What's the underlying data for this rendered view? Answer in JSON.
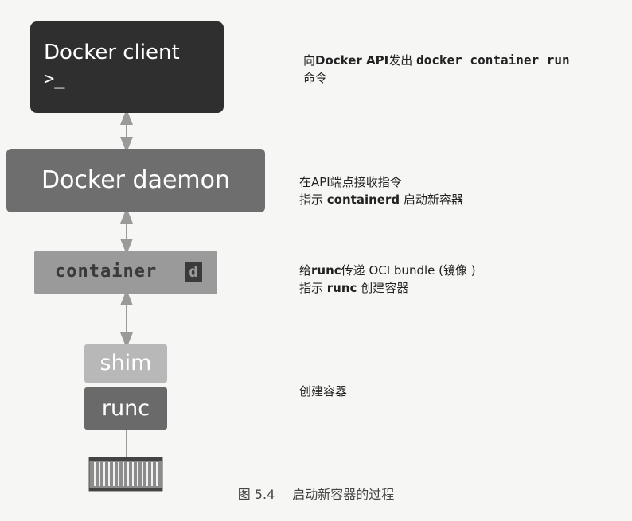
{
  "boxes": {
    "client_title": "Docker client",
    "client_prompt": ">_",
    "daemon": "Docker daemon",
    "containerd_word": "container",
    "containerd_d": "d",
    "shim": "shim",
    "runc": "runc"
  },
  "descriptions": {
    "client": {
      "prefix": "向",
      "api": "Docker API",
      "mid": "发出 ",
      "command": "docker container run",
      "suffix": "命令"
    },
    "daemon": {
      "line1": "在API端点接收指令",
      "line2_prefix": "指示 ",
      "line2_bold": "containerd",
      "line2_suffix": " 启动新容器"
    },
    "containerd": {
      "line1_prefix": "给",
      "line1_bold": "runc",
      "line1_suffix": "传递 OCI bundle (镜像 )",
      "line2_prefix": "指示 ",
      "line2_bold": "runc",
      "line2_suffix": " 创建容器"
    },
    "runc": "创建容器"
  },
  "caption": {
    "figure_number": "图 5.4",
    "title": "启动新容器的过程"
  },
  "colors": {
    "client_bg": "#2f2f2f",
    "daemon_bg": "#6e6e6e",
    "containerd_bg": "#9a9a9a",
    "shim_bg": "#b8b8b8",
    "runc_bg": "#6a6a6a",
    "connector": "#9a9a9a"
  }
}
